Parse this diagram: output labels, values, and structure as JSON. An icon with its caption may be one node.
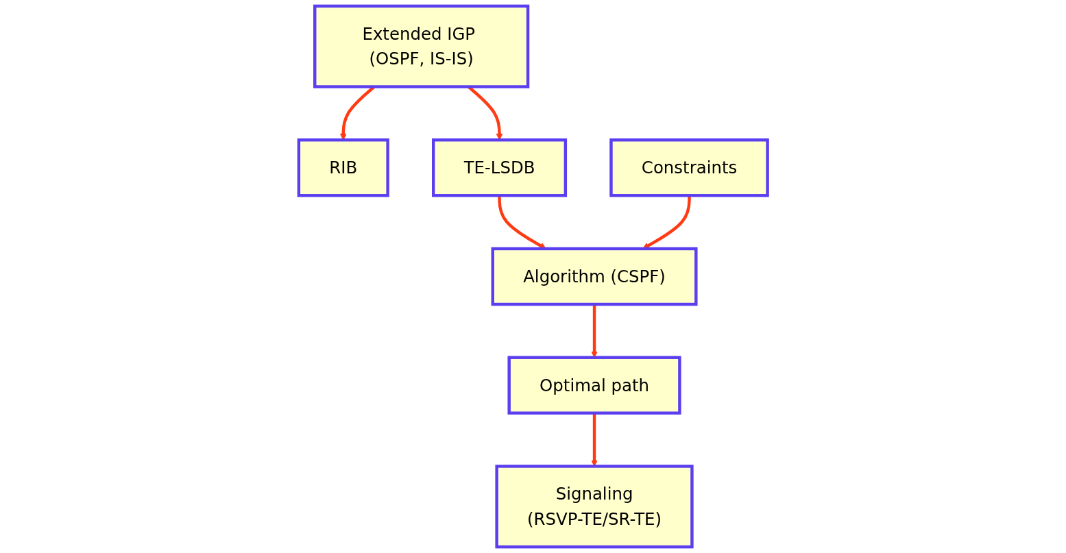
{
  "diagram": {
    "nodes": [
      {
        "text": [
          "Extended IGP (OSPF, IS-IS)"
        ]
      },
      {
        "text": [
          "RIB"
        ]
      },
      {
        "text": [
          "TE-LSDB"
        ]
      },
      {
        "text": [
          "Algorithm (CSPF)"
        ]
      },
      {
        "text": [
          "Constraints"
        ]
      },
      {
        "text": [
          "Optimal path"
        ]
      },
      {
        "text": [
          "Signaling",
          "(RSVP-TE/SR-TE)"
        ]
      }
    ],
    "edges": [
      {
        "from": 0,
        "to": 1,
        "arrow": "to"
      },
      {
        "from": 0,
        "to": 2,
        "arrow": "to"
      },
      {
        "from": 2,
        "to": 3,
        "arrow": "to"
      },
      {
        "from": 4,
        "to": 3,
        "arrow": "to"
      },
      {
        "from": 3,
        "to": 5,
        "arrow": "to"
      },
      {
        "from": 5,
        "to": 6,
        "arrow": "to"
      }
    ]
  }
}
